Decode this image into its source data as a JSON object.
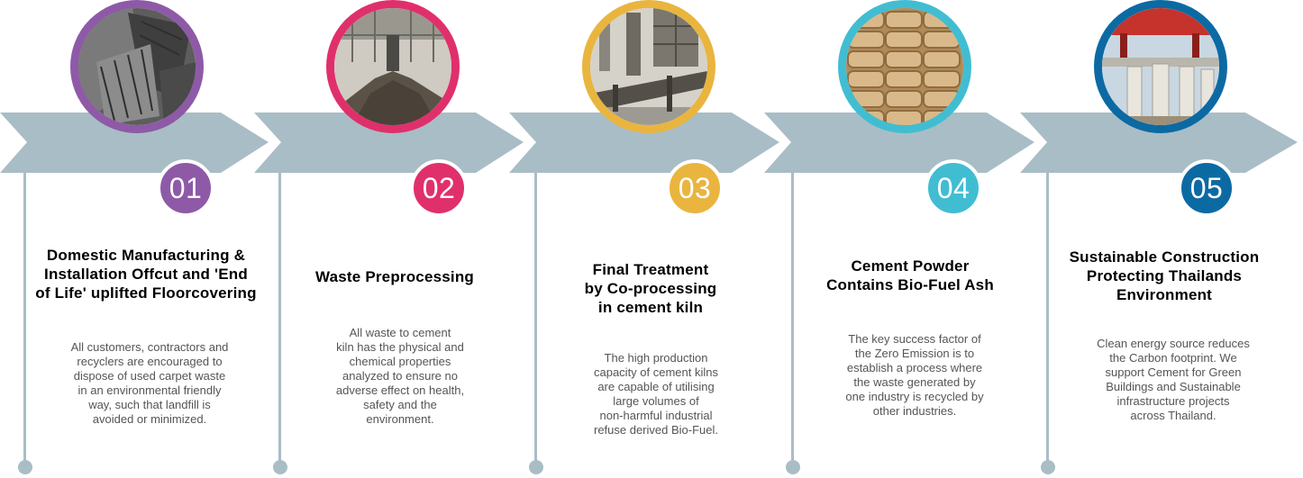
{
  "colors": {
    "band": "#a9bdc6",
    "line": "#a9bdc6",
    "title": "#000000",
    "text": "#555555"
  },
  "steps": [
    {
      "number": "01",
      "color": "#8e5aa7",
      "image": "carpet-offcuts-photo",
      "title": "Domestic Manufacturing & Installation Offcut and 'End of Life' uplifted Floorcovering",
      "title_lines": [
        "Domestic Manufacturing &",
        "Installation Offcut and 'End",
        "of Life' uplifted Floorcovering"
      ],
      "description": "All customers, contractors and recyclers are encouraged to dispose of used carpet waste in an environmental friendly way, such that landfill is avoided or minimized.",
      "description_lines": [
        "All customers, contractors and",
        "recyclers are encouraged to",
        "dispose of used carpet waste",
        "in an environmental friendly",
        "way, such that landfill is",
        "avoided or minimized."
      ]
    },
    {
      "number": "02",
      "color": "#e0306b",
      "image": "waste-pile-photo",
      "title": "Waste Preprocessing",
      "title_lines": [
        "Waste Preprocessing"
      ],
      "description": "All waste to cement kiln has the physical and chemical properties analyzed to ensure no adverse effect on health, safety and the environment.",
      "description_lines": [
        "All waste to cement",
        "kiln has the physical and",
        "chemical properties",
        "analyzed to ensure no",
        "adverse effect on health,",
        "safety and the",
        "environment."
      ]
    },
    {
      "number": "03",
      "color": "#e9b53f",
      "image": "cement-kiln-photo",
      "title": "Final Treatment by Co-processing in cement kiln",
      "title_lines": [
        "Final Treatment",
        "by Co-processing",
        "in cement kiln"
      ],
      "description": "The high production capacity of cement kilns are capable of utilising large volumes of non-harmful industrial refuse derived Bio-Fuel.",
      "description_lines": [
        "The high production",
        "capacity of cement kilns",
        "are capable of utilising",
        "large volumes of",
        "non-harmful industrial",
        "refuse derived Bio-Fuel."
      ]
    },
    {
      "number": "04",
      "color": "#41bdd2",
      "image": "cement-bags-photo",
      "title": "Cement Powder Contains Bio-Fuel Ash",
      "title_lines": [
        "Cement Powder",
        "Contains Bio-Fuel Ash"
      ],
      "description": "The key success factor of the Zero Emission is to establish a process where the waste generated by one industry is recycled by other industries.",
      "description_lines": [
        "The key success factor of",
        "the Zero Emission is to",
        "establish a process where",
        "the waste generated by",
        "one industry is recycled by",
        "other industries."
      ]
    },
    {
      "number": "05",
      "color": "#0c6aa3",
      "image": "construction-site-photo",
      "title": "Sustainable Construction Protecting Thailands Environment",
      "title_lines": [
        "Sustainable Construction",
        "Protecting Thailands",
        "Environment"
      ],
      "description": "Clean energy source reduces the Carbon footprint. We support Cement for Green Buildings and Sustainable infrastructure projects across Thailand.",
      "description_lines": [
        "Clean energy source reduces",
        "the Carbon footprint. We",
        "support Cement for Green",
        "Buildings and Sustainable",
        "infrastructure projects",
        "across Thailand."
      ]
    }
  ]
}
